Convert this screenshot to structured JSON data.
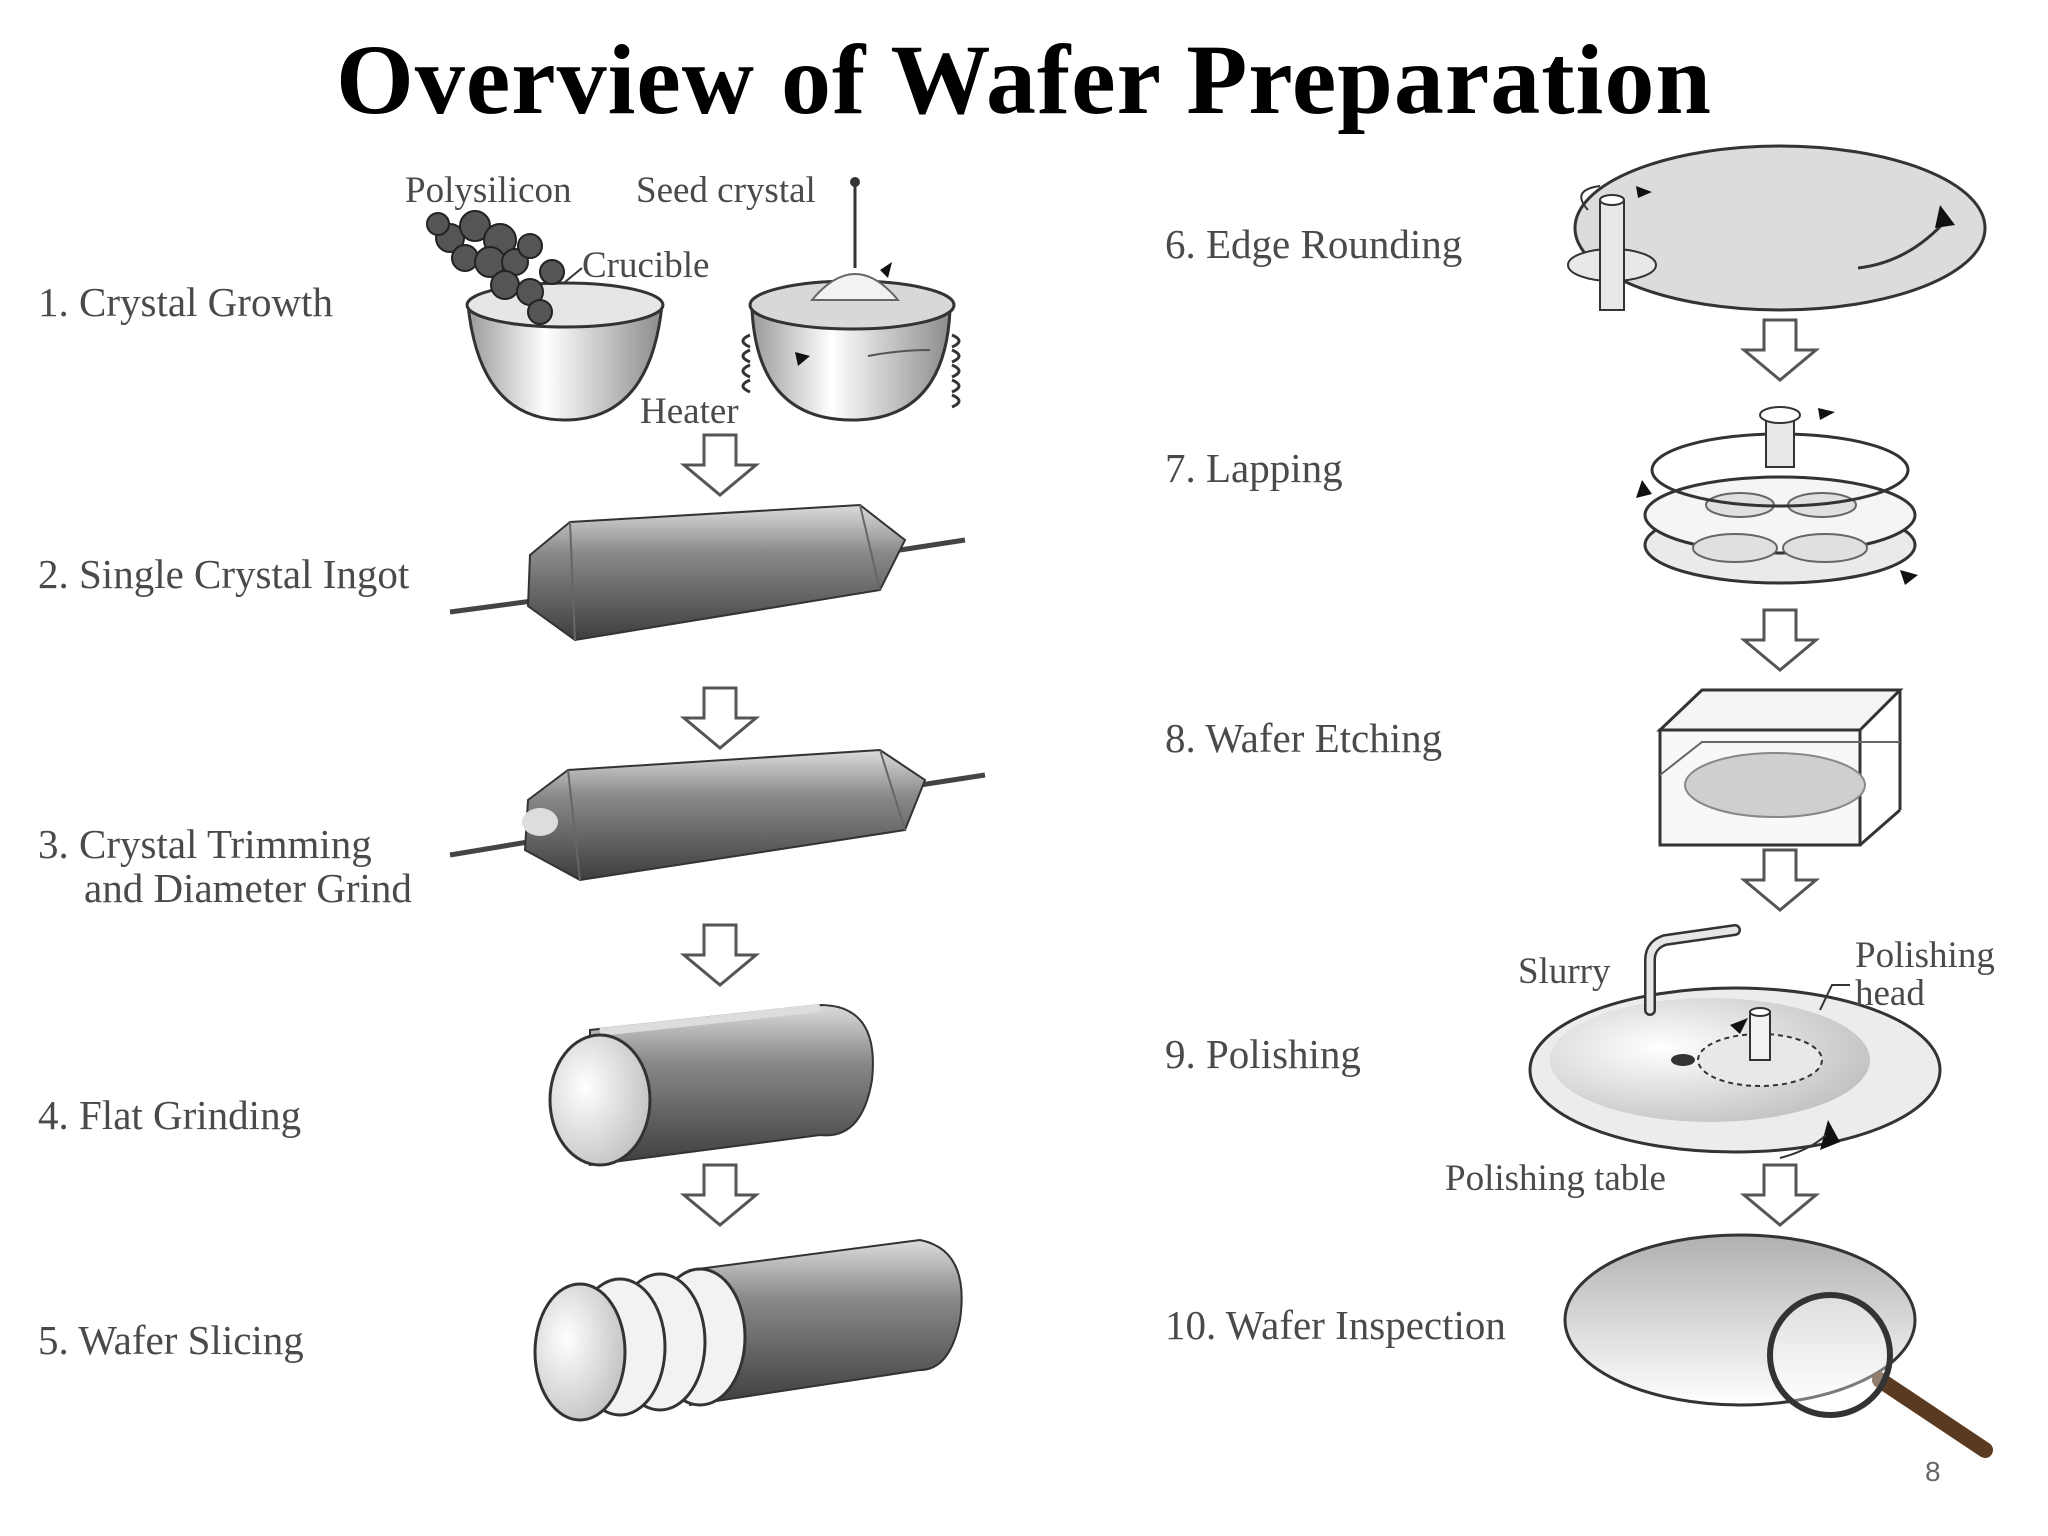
{
  "title": "Overview of Wafer Preparation",
  "steps": [
    {
      "label": "1. Crystal Growth"
    },
    {
      "label": "2. Single Crystal Ingot"
    },
    {
      "label": "3. Crystal Trimming",
      "label_line2": "and Diameter Grind"
    },
    {
      "label": "4. Flat Grinding"
    },
    {
      "label": "5. Wafer Slicing"
    },
    {
      "label": "6. Edge Rounding"
    },
    {
      "label": "7. Lapping"
    },
    {
      "label": "8. Wafer Etching"
    },
    {
      "label": "9. Polishing"
    },
    {
      "label": "10. Wafer Inspection"
    }
  ],
  "callouts": {
    "polysilicon": "Polysilicon",
    "seed_crystal": "Seed crystal",
    "crucible": "Crucible",
    "heater": "Heater",
    "slurry": "Slurry",
    "polishing_head": "Polishing",
    "polishing_head_line2": "head",
    "polishing_table": "Polishing table"
  },
  "page_number": "8"
}
